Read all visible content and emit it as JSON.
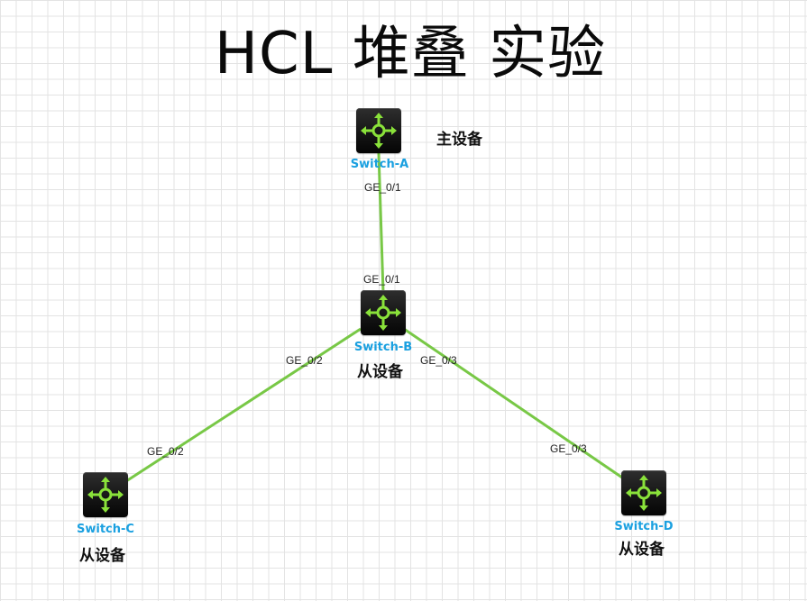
{
  "title": "HCL 堆叠 实验",
  "colors": {
    "link": "#78c846",
    "device_name": "#1aa0e0",
    "icon_accent": "#8ae23a"
  },
  "devices": {
    "a": {
      "name": "Switch-A",
      "role": "主设备",
      "icon": "switch-router-icon"
    },
    "b": {
      "name": "Switch-B",
      "role": "从设备",
      "icon": "switch-router-icon"
    },
    "c": {
      "name": "Switch-C",
      "role": "从设备",
      "icon": "switch-router-icon"
    },
    "d": {
      "name": "Switch-D",
      "role": "从设备",
      "icon": "switch-router-icon"
    }
  },
  "links": {
    "a_b": {
      "port_a": "GE_0/1",
      "port_b": "GE_0/1"
    },
    "b_c": {
      "port_b": "GE_0/2",
      "port_c": "GE_0/2"
    },
    "b_d": {
      "port_b": "GE_0/3",
      "port_d": "GE_0/3"
    }
  }
}
